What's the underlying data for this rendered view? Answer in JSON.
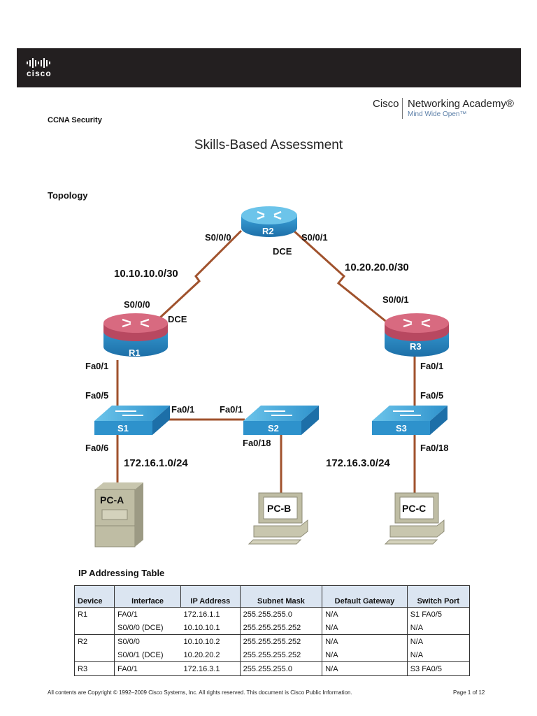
{
  "header": {
    "logo": "cisco",
    "academy_brand": "Cisco",
    "academy_name": "Networking Academy®",
    "academy_tagline": "Mind Wide Open™"
  },
  "course": "CCNA Security",
  "title": "Skills-Based Assessment",
  "topology": {
    "heading": "Topology",
    "link_color": "#a0522d",
    "devices": {
      "r1": "R1",
      "r2": "R2",
      "r3": "R3",
      "s1": "S1",
      "s2": "S2",
      "s3": "S3",
      "pca": "PC-A",
      "pcb": "PC-B",
      "pcc": "PC-C"
    },
    "networks": {
      "r1_r2": "10.10.10.0/30",
      "r2_r3": "10.20.20.0/30",
      "lan1": "172.16.1.0/24",
      "lan3": "172.16.3.0/24"
    },
    "ports": {
      "r2_s000": "S0/0/0",
      "r2_s001": "S0/0/1",
      "r2_dce": "DCE",
      "r1_s000": "S0/0/0",
      "r1_dce": "DCE",
      "r3_s001": "S0/0/1",
      "r1_fa01": "Fa0/1",
      "s1_fa05": "Fa0/5",
      "s1_fa01": "Fa0/1",
      "s2_fa01": "Fa0/1",
      "s1_fa06": "Fa0/6",
      "s2_fa018": "Fa0/18",
      "r3_fa01": "Fa0/1",
      "s3_fa05": "Fa0/5",
      "s3_fa018": "Fa0/18"
    }
  },
  "ip_table": {
    "heading": "IP Addressing Table",
    "columns": [
      "Device",
      "Interface",
      "IP Address",
      "Subnet Mask",
      "Default Gateway",
      "Switch Port"
    ],
    "rows": [
      [
        "R1",
        "FA0/1",
        "172.16.1.1",
        "255.255.255.0",
        "N/A",
        "S1 FA0/5"
      ],
      [
        "",
        "S0/0/0 (DCE)",
        "10.10.10.1",
        "255.255.255.252",
        "N/A",
        "N/A"
      ],
      [
        "R2",
        "S0/0/0",
        "10.10.10.2",
        "255.255.255.252",
        "N/A",
        "N/A"
      ],
      [
        "",
        "S0/0/1 (DCE)",
        "10.20.20.2",
        "255.255.255.252",
        "N/A",
        "N/A"
      ],
      [
        "R3",
        "FA0/1",
        "172.16.3.1",
        "255.255.255.0",
        "N/A",
        "S3 FA0/5"
      ]
    ]
  },
  "footer": {
    "copyright": "All contents are Copyright © 1992–2009 Cisco Systems, Inc. All rights reserved. This document is Cisco Public Information.",
    "page": "Page 1 of 12"
  }
}
